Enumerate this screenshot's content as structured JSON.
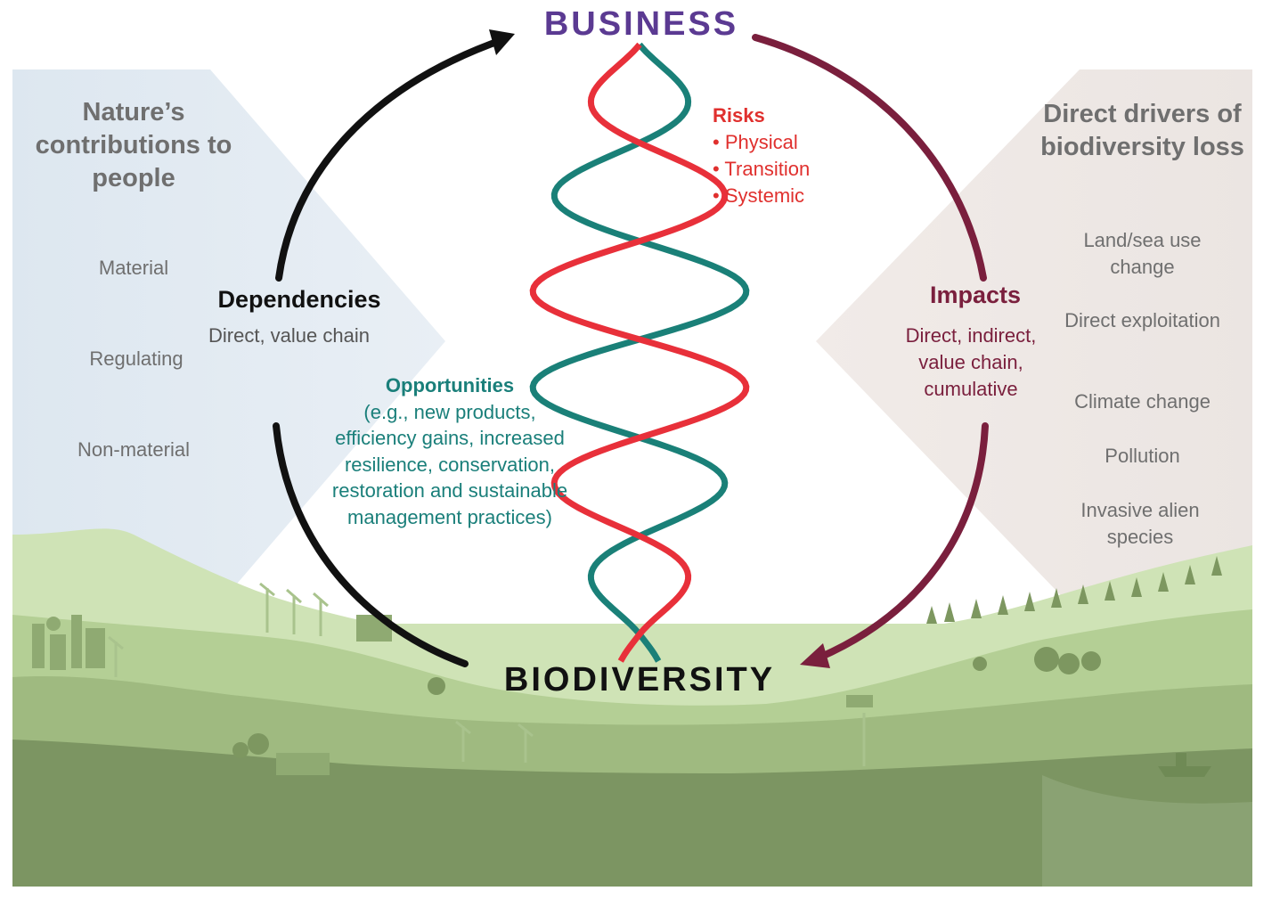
{
  "hub": {
    "top": "BUSINESS",
    "bottom": "BIODIVERSITY"
  },
  "left_panel": {
    "title": "Nature’s contributions to people",
    "items": [
      "Material",
      "Regulating",
      "Non-material"
    ]
  },
  "right_panel": {
    "title": "Direct drivers of biodiversity loss",
    "items": [
      "Land/sea use change",
      "Direct exploitation",
      "Climate change",
      "Pollution",
      "Invasive alien species"
    ]
  },
  "dependencies": {
    "title": "Dependencies",
    "subtitle": "Direct, value chain"
  },
  "impacts": {
    "title": "Impacts",
    "subtitle": "Direct, indirect, value chain, cumulative"
  },
  "risks": {
    "title": "Risks",
    "items": [
      "• Physical",
      "• Transition",
      "• Systemic"
    ]
  },
  "opportunities": {
    "title": "Opportunities",
    "text": "(e.g., new products, efficiency gains, increased resilience, conservation, restoration and sustainable management practices)"
  },
  "colors": {
    "business": "#5b3a92",
    "risk_strand": "#e8303a",
    "opportunity_strand": "#1a8078",
    "impact_arrow": "#7a1f3d",
    "dependency_arrow": "#111111",
    "landscape_light": "#c7dfae",
    "landscape_mid": "#9fba7f",
    "landscape_dark": "#6f8a55"
  }
}
